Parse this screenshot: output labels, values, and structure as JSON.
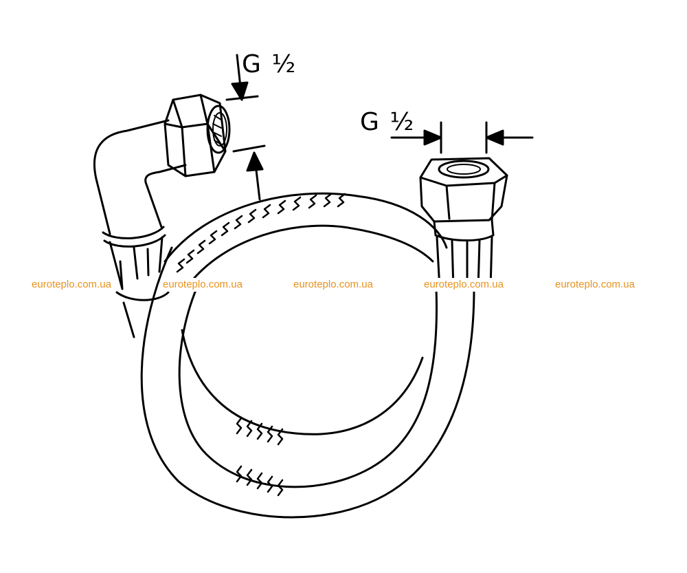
{
  "dimensions": {
    "left_fitting_thread": "G ½",
    "right_fitting_thread": "G ½"
  },
  "watermark": {
    "text": "euroteplo.com.ua",
    "color": "#e8921c"
  },
  "drawing_style": {
    "line_color": "#000000",
    "background": "#ffffff"
  }
}
